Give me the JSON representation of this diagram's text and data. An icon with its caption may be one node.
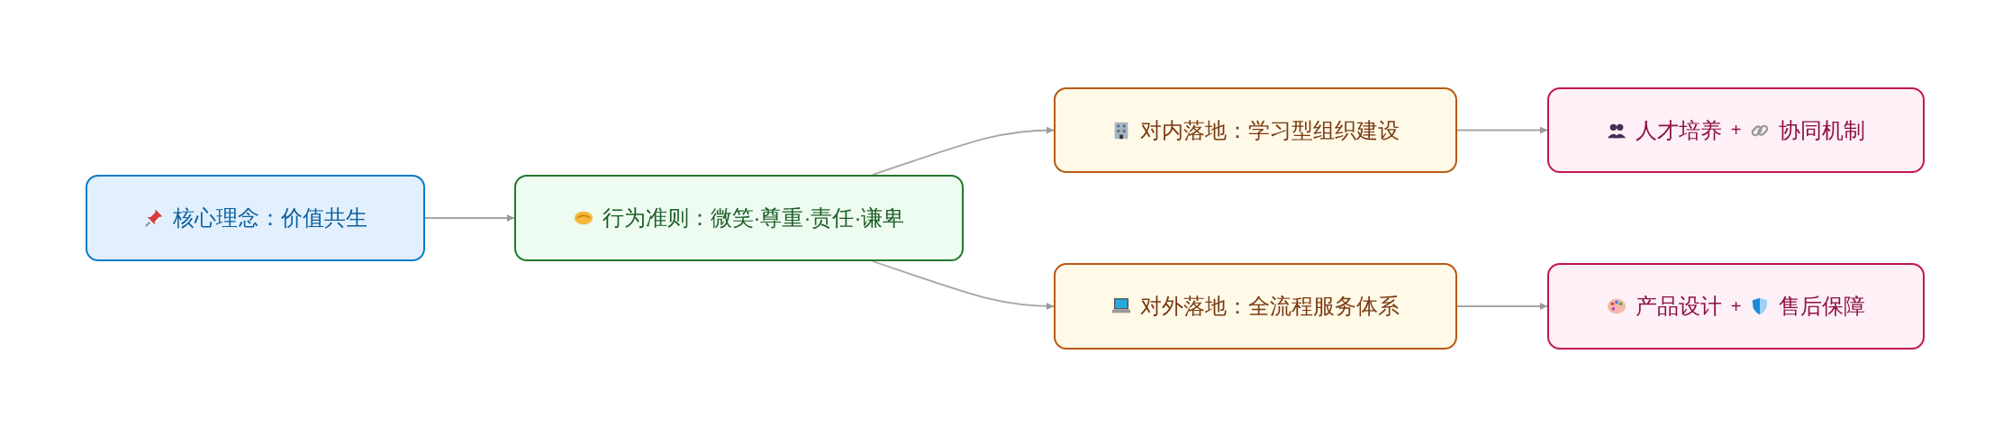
{
  "diagram": {
    "nodes": [
      {
        "text": [
          "核心理念：价值共生"
        ]
      },
      {
        "text": [
          "行为准则：微笑·尊重·责任·谦卑"
        ]
      },
      {
        "text": [
          "对内落地：学习型组织建设"
        ]
      },
      {
        "text": [
          "对外落地：全流程服务体系"
        ]
      },
      {
        "text": [
          "人才培养",
          "+",
          "协同机制"
        ]
      },
      {
        "text": [
          "产品设计",
          "+",
          "售后保障"
        ]
      }
    ],
    "edges": [
      {
        "from": 0,
        "to": 1,
        "arrow": "to"
      },
      {
        "from": 1,
        "to": 2,
        "arrow": "to"
      },
      {
        "from": 1,
        "to": 3,
        "arrow": "to"
      },
      {
        "from": 2,
        "to": 4,
        "arrow": "to"
      },
      {
        "from": 3,
        "to": 5,
        "arrow": "to"
      }
    ]
  }
}
